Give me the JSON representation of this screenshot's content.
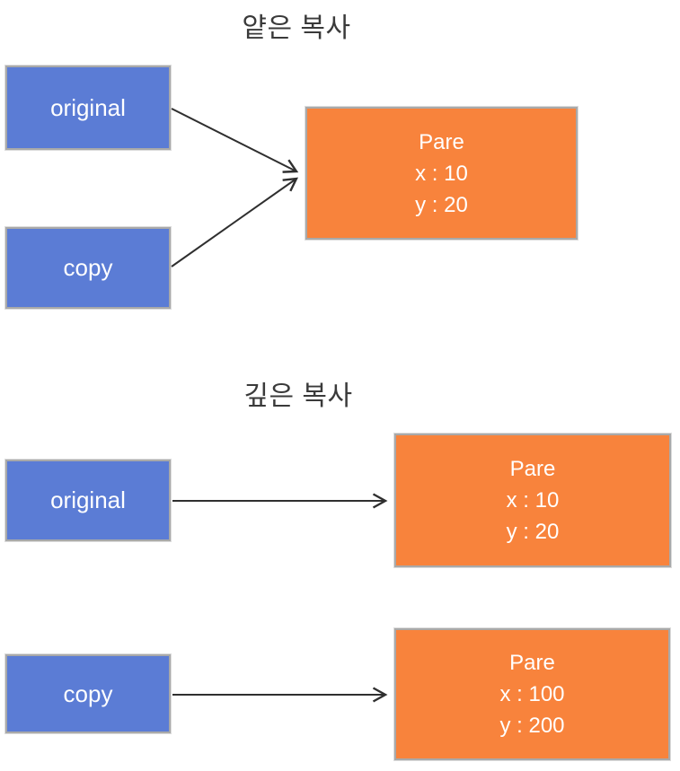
{
  "colors": {
    "background": "#ffffff",
    "node_blue": "#5b7cd5",
    "node_orange": "#f8833c",
    "node_border": "#a9a9a9",
    "arrow": "#2f2f2f",
    "title_text": "#3a3a3a",
    "node_text": "#ffffff"
  },
  "shallow_section": {
    "title": "얕은 복사",
    "original_label": "original",
    "copy_label": "copy",
    "object_box": {
      "lines": [
        "Pare",
        "x : 10",
        "y : 20"
      ]
    }
  },
  "deep_section": {
    "title": "깊은 복사",
    "original_label": "original",
    "copy_label": "copy",
    "original_object_box": {
      "lines": [
        "Pare",
        "x : 10",
        "y : 20"
      ]
    },
    "copy_object_box": {
      "lines": [
        "Pare",
        "x : 100",
        "y : 200"
      ]
    }
  }
}
